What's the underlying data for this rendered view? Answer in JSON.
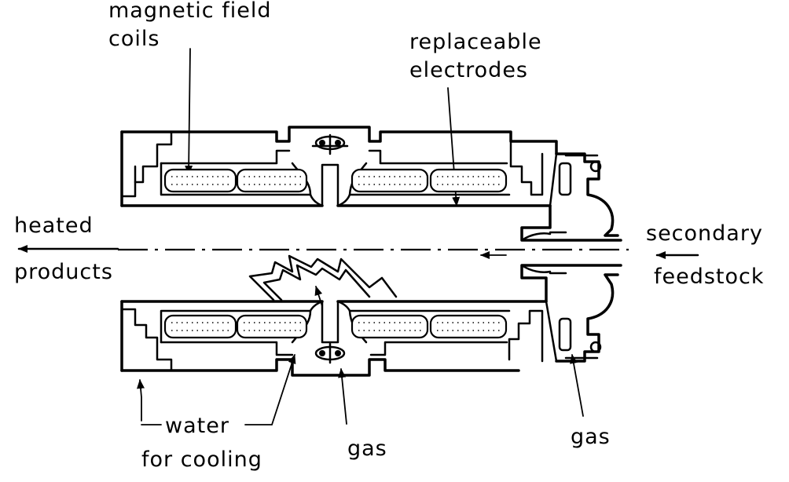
{
  "labels": {
    "magnetic_field_coils_l1": "magnetic field",
    "magnetic_field_coils_l2": "coils",
    "replaceable_electrodes_l1": "replaceable",
    "replaceable_electrodes_l2": "electrodes",
    "heated_products_l1": "heated",
    "heated_products_l2": "products",
    "secondary_feedstock_l1": "secondary",
    "secondary_feedstock_l2": "feedstock",
    "water_for_cooling_l1": "water",
    "water_for_cooling_l2": "for cooling",
    "gas_center": "gas",
    "gas_right": "gas"
  },
  "colors": {
    "ink": "#000000",
    "paper": "#ffffff"
  }
}
